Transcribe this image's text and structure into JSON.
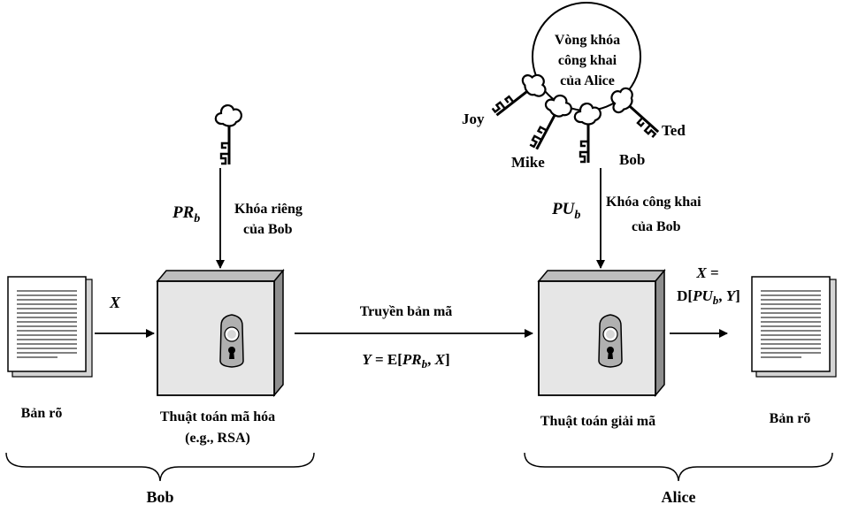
{
  "bob_side": {
    "private_key_symbol": "PR",
    "private_key_sub": "b",
    "private_key_label_1": "Khóa riêng",
    "private_key_label_2": "của Bob",
    "input_x": "X",
    "plaintext_label": "Bản rõ",
    "encrypt_label_1": "Thuật toán mã hóa",
    "encrypt_label_2": "(e.g., RSA)",
    "brace_label": "Bob"
  },
  "transmission": {
    "label": "Truyền bản mã",
    "formula_lhs": "Y",
    "formula_mid": " = E[",
    "formula_key": "PR",
    "formula_sub": "b",
    "formula_sep": ", ",
    "formula_x": "X",
    "formula_end": "]"
  },
  "alice_side": {
    "keyring_line_1": "Vòng khóa",
    "keyring_line_2": "công khai",
    "keyring_line_3": "của Alice",
    "key_joy": "Joy",
    "key_mike": "Mike",
    "key_bob": "Bob",
    "key_ted": "Ted",
    "public_key_symbol": "PU",
    "public_key_sub": "b",
    "public_key_label_1": "Khóa công khai",
    "public_key_label_2": "của Bob",
    "output_x": "X",
    "output_eq": " =",
    "output_d": "D[",
    "output_key": "PU",
    "output_sub": "b",
    "output_sep": ", ",
    "output_y": "Y",
    "output_end": "]",
    "decrypt_label": "Thuật toán giải mã",
    "plaintext_label": "Bản rõ",
    "brace_label": "Alice"
  }
}
